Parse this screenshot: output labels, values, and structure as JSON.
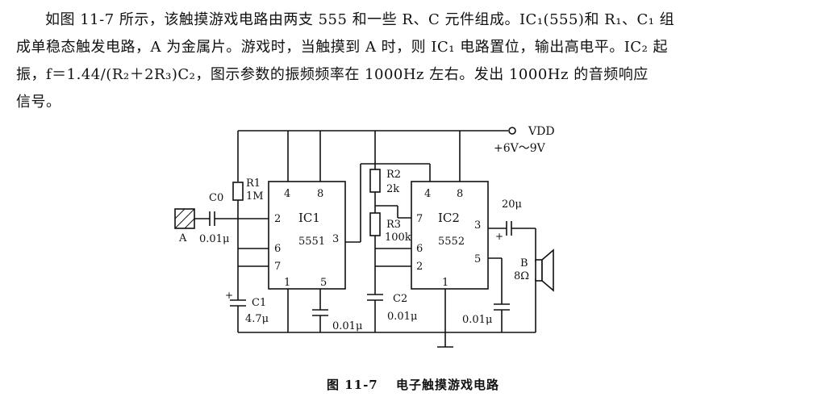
{
  "paragraph": {
    "line1": "如图 11-7 所示，该触摸游戏电路由两支 555 和一些 R、C 元件组成。IC₁(555)和 R₁、C₁ 组",
    "line2": "成单稳态触发电路，A 为金属片。游戏时，当触摸到 A 时，则 IC₁ 电路置位，输出高电平。IC₂ 起",
    "line3": "振，f＝1.44/(R₂＋2R₃)C₂，图示参数的振频频率在 1000Hz 左右。发出 1000Hz 的音频响应",
    "line4": "信号。"
  },
  "circuit": {
    "vdd_label": "VDD",
    "supply_label": "+6V～9V",
    "ic1": {
      "name": "IC1",
      "type": "5551",
      "pins": {
        "p4": "4",
        "p8": "8",
        "p2": "2",
        "p6": "6",
        "p7": "7",
        "p3": "3",
        "p1": "1",
        "p5": "5"
      }
    },
    "ic2": {
      "name": "IC2",
      "type": "5552",
      "pins": {
        "p4": "4",
        "p8": "8",
        "p7": "7",
        "p6": "6",
        "p2": "2",
        "p3": "3",
        "p5": "5",
        "p1": "1"
      }
    },
    "r1": {
      "name": "R1",
      "value": "1M"
    },
    "r2": {
      "name": "R2",
      "value": "2k"
    },
    "r3": {
      "name": "R3",
      "value": "100k"
    },
    "c0": {
      "name": "C0",
      "value": "0.01μ"
    },
    "c1": {
      "name": "C1",
      "value": "4.7μ"
    },
    "c_ic1_pin5": {
      "value": "0.01μ"
    },
    "c2": {
      "name": "C2",
      "value": "0.01μ"
    },
    "c_ic2_pin5": {
      "value": "0.01μ"
    },
    "c_out": {
      "value": "20μ"
    },
    "speaker": {
      "name": "B",
      "value": "8Ω"
    },
    "touch_plate": {
      "name": "A"
    }
  },
  "caption": {
    "number": "图 11-7",
    "title": "电子触摸游戏电路"
  }
}
